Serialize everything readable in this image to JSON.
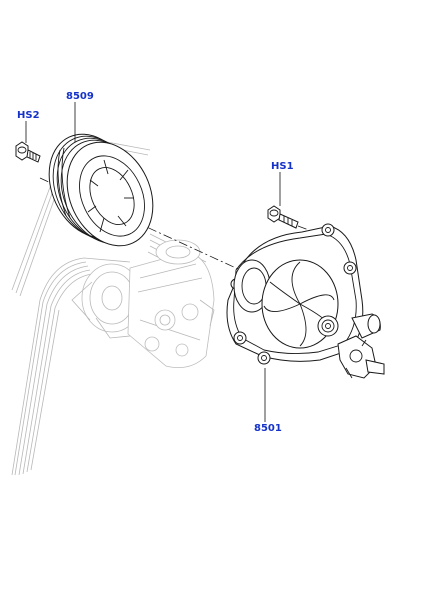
{
  "colors": {
    "label": "#1533c9",
    "ink": "#1a1a1a",
    "ghost": "#b8b8b8",
    "background": "#ffffff"
  },
  "callouts": {
    "pulley": "8509",
    "pulley_bolt": "HS2",
    "pump_bolt": "HS1",
    "water_pump": "8501"
  }
}
